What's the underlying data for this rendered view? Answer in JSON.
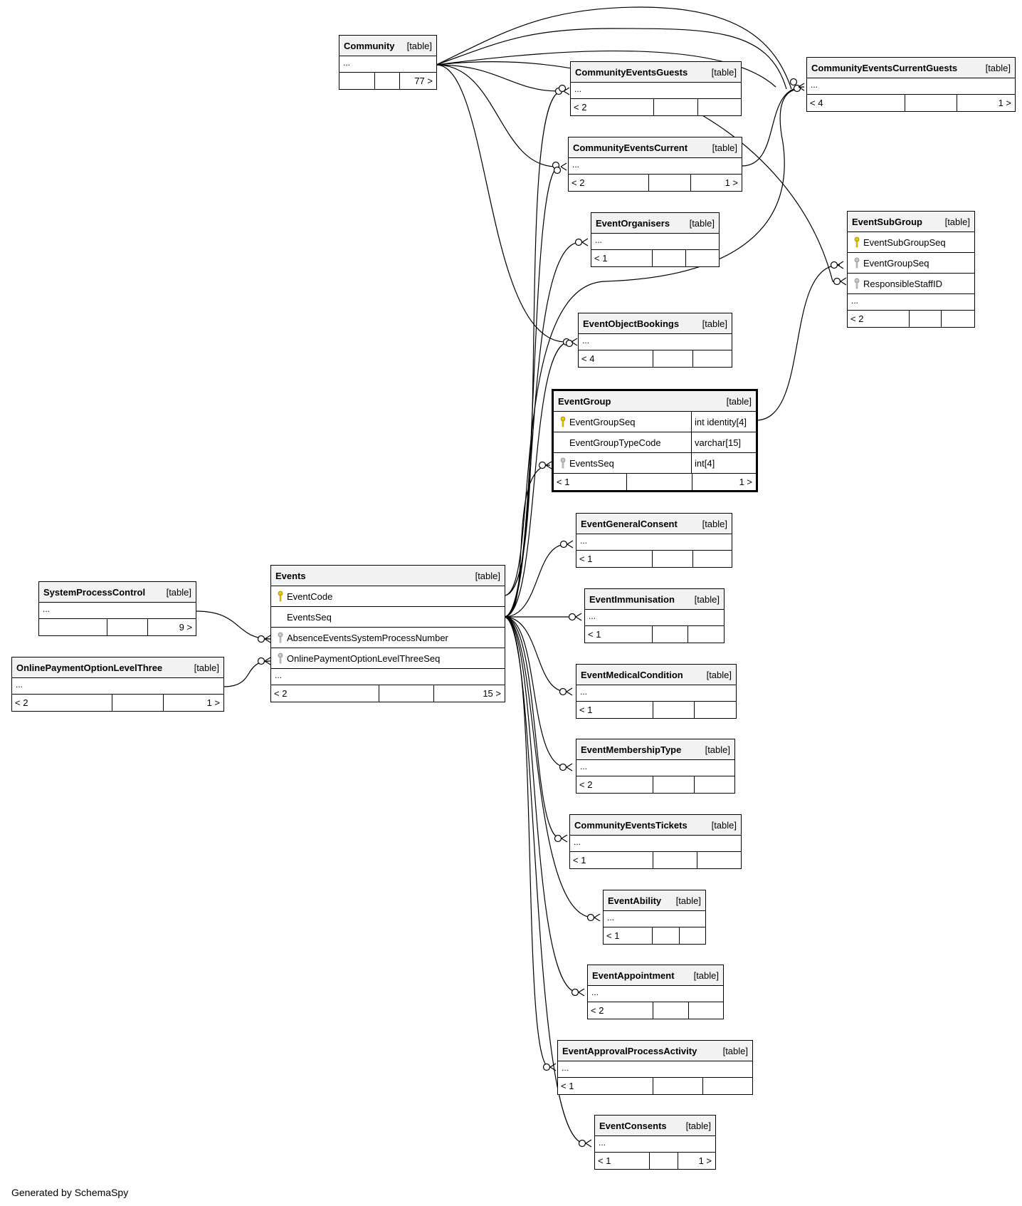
{
  "tables": {
    "community": {
      "name": "Community",
      "kind": "[table]",
      "ellipsis": "...",
      "foot": [
        "",
        "",
        "77 >"
      ]
    },
    "communityEventsGuests": {
      "name": "CommunityEventsGuests",
      "kind": "[table]",
      "ellipsis": "...",
      "foot": [
        "< 2",
        "",
        ""
      ]
    },
    "communityEventsCurrentGuests": {
      "name": "CommunityEventsCurrentGuests",
      "kind": "[table]",
      "ellipsis": "...",
      "foot": [
        "< 4",
        "",
        "1 >"
      ]
    },
    "communityEventsCurrent": {
      "name": "CommunityEventsCurrent",
      "kind": "[table]",
      "ellipsis": "...",
      "foot": [
        "< 2",
        "",
        "1 >"
      ]
    },
    "eventOrganisers": {
      "name": "EventOrganisers",
      "kind": "[table]",
      "ellipsis": "...",
      "foot": [
        "< 1",
        "",
        ""
      ]
    },
    "eventSubGroup": {
      "name": "EventSubGroup",
      "kind": "[table]",
      "ellipsis": "...",
      "foot": [
        "< 2",
        "",
        ""
      ],
      "columns": [
        {
          "name": "EventSubGroupSeq",
          "key": "primary"
        },
        {
          "name": "EventGroupSeq",
          "key": "foreign"
        },
        {
          "name": "ResponsibleStaffID",
          "key": "foreign"
        }
      ]
    },
    "eventObjectBookings": {
      "name": "EventObjectBookings",
      "kind": "[table]",
      "ellipsis": "...",
      "foot": [
        "< 4",
        "",
        ""
      ]
    },
    "eventGroup": {
      "name": "EventGroup",
      "kind": "[table]",
      "foot": [
        "< 1",
        "",
        "1 >"
      ],
      "columns": [
        {
          "name": "EventGroupSeq",
          "type": "int identity[4]",
          "key": "primary"
        },
        {
          "name": "EventGroupTypeCode",
          "type": "varchar[15]",
          "key": "none"
        },
        {
          "name": "EventsSeq",
          "type": "int[4]",
          "key": "foreign"
        }
      ]
    },
    "eventGeneralConsent": {
      "name": "EventGeneralConsent",
      "kind": "[table]",
      "ellipsis": "...",
      "foot": [
        "< 1",
        "",
        ""
      ]
    },
    "systemProcessControl": {
      "name": "SystemProcessControl",
      "kind": "[table]",
      "ellipsis": "...",
      "foot": [
        "",
        "",
        "9 >"
      ]
    },
    "events": {
      "name": "Events",
      "kind": "[table]",
      "ellipsis": "...",
      "foot": [
        "< 2",
        "",
        "15 >"
      ],
      "columns": [
        {
          "name": "EventCode",
          "key": "primary"
        },
        {
          "name": "EventsSeq",
          "key": "none"
        },
        {
          "name": "AbsenceEventsSystemProcessNumber",
          "key": "foreign"
        },
        {
          "name": "OnlinePaymentOptionLevelThreeSeq",
          "key": "foreign"
        }
      ]
    },
    "eventImmunisation": {
      "name": "EventImmunisation",
      "kind": "[table]",
      "ellipsis": "...",
      "foot": [
        "< 1",
        "",
        ""
      ]
    },
    "onlinePaymentOptionLevelThree": {
      "name": "OnlinePaymentOptionLevelThree",
      "kind": "[table]",
      "ellipsis": "...",
      "foot": [
        "< 2",
        "",
        "1 >"
      ]
    },
    "eventMedicalCondition": {
      "name": "EventMedicalCondition",
      "kind": "[table]",
      "ellipsis": "...",
      "foot": [
        "< 1",
        "",
        ""
      ]
    },
    "eventMembershipType": {
      "name": "EventMembershipType",
      "kind": "[table]",
      "ellipsis": "...",
      "foot": [
        "< 2",
        "",
        ""
      ]
    },
    "communityEventsTickets": {
      "name": "CommunityEventsTickets",
      "kind": "[table]",
      "ellipsis": "...",
      "foot": [
        "< 1",
        "",
        ""
      ]
    },
    "eventAbility": {
      "name": "EventAbility",
      "kind": "[table]",
      "ellipsis": "...",
      "foot": [
        "< 1",
        "",
        ""
      ]
    },
    "eventAppointment": {
      "name": "EventAppointment",
      "kind": "[table]",
      "ellipsis": "...",
      "foot": [
        "< 2",
        "",
        ""
      ]
    },
    "eventApprovalProcessActivity": {
      "name": "EventApprovalProcessActivity",
      "kind": "[table]",
      "ellipsis": "...",
      "foot": [
        "< 1",
        "",
        ""
      ]
    },
    "eventConsents": {
      "name": "EventConsents",
      "kind": "[table]",
      "ellipsis": "...",
      "foot": [
        "< 1",
        "",
        "1 >"
      ]
    }
  },
  "relationships": [
    {
      "from": "Community",
      "to": "CommunityEventsGuests"
    },
    {
      "from": "Community",
      "to": "CommunityEventsCurrentGuests"
    },
    {
      "from": "Community",
      "to": "CommunityEventsCurrent"
    },
    {
      "from": "Community",
      "to": "EventObjectBookings"
    },
    {
      "from": "Community",
      "to": "EventSubGroup"
    },
    {
      "from": "CommunityEventsCurrent",
      "to": "CommunityEventsCurrentGuests"
    },
    {
      "from": "EventGroup",
      "to": "EventSubGroup"
    },
    {
      "from": "SystemProcessControl",
      "to": "Events"
    },
    {
      "from": "OnlinePaymentOptionLevelThree",
      "to": "Events"
    },
    {
      "from": "Events",
      "to": "CommunityEventsGuests"
    },
    {
      "from": "Events",
      "to": "CommunityEventsCurrentGuests"
    },
    {
      "from": "Events",
      "to": "CommunityEventsCurrent"
    },
    {
      "from": "Events",
      "to": "EventOrganisers"
    },
    {
      "from": "Events",
      "to": "EventObjectBookings"
    },
    {
      "from": "Events",
      "to": "EventGroup"
    },
    {
      "from": "Events",
      "to": "EventGeneralConsent"
    },
    {
      "from": "Events",
      "to": "EventImmunisation"
    },
    {
      "from": "Events",
      "to": "EventMedicalCondition"
    },
    {
      "from": "Events",
      "to": "EventMembershipType"
    },
    {
      "from": "Events",
      "to": "CommunityEventsTickets"
    },
    {
      "from": "Events",
      "to": "EventAbility"
    },
    {
      "from": "Events",
      "to": "EventAppointment"
    },
    {
      "from": "Events",
      "to": "EventApprovalProcessActivity"
    },
    {
      "from": "Events",
      "to": "EventConsents"
    }
  ],
  "footer": "Generated by SchemaSpy",
  "colors": {
    "primary_key": "#e6c800",
    "foreign_key": "#a0a0a0",
    "header_bg": "#f2f2f2"
  }
}
